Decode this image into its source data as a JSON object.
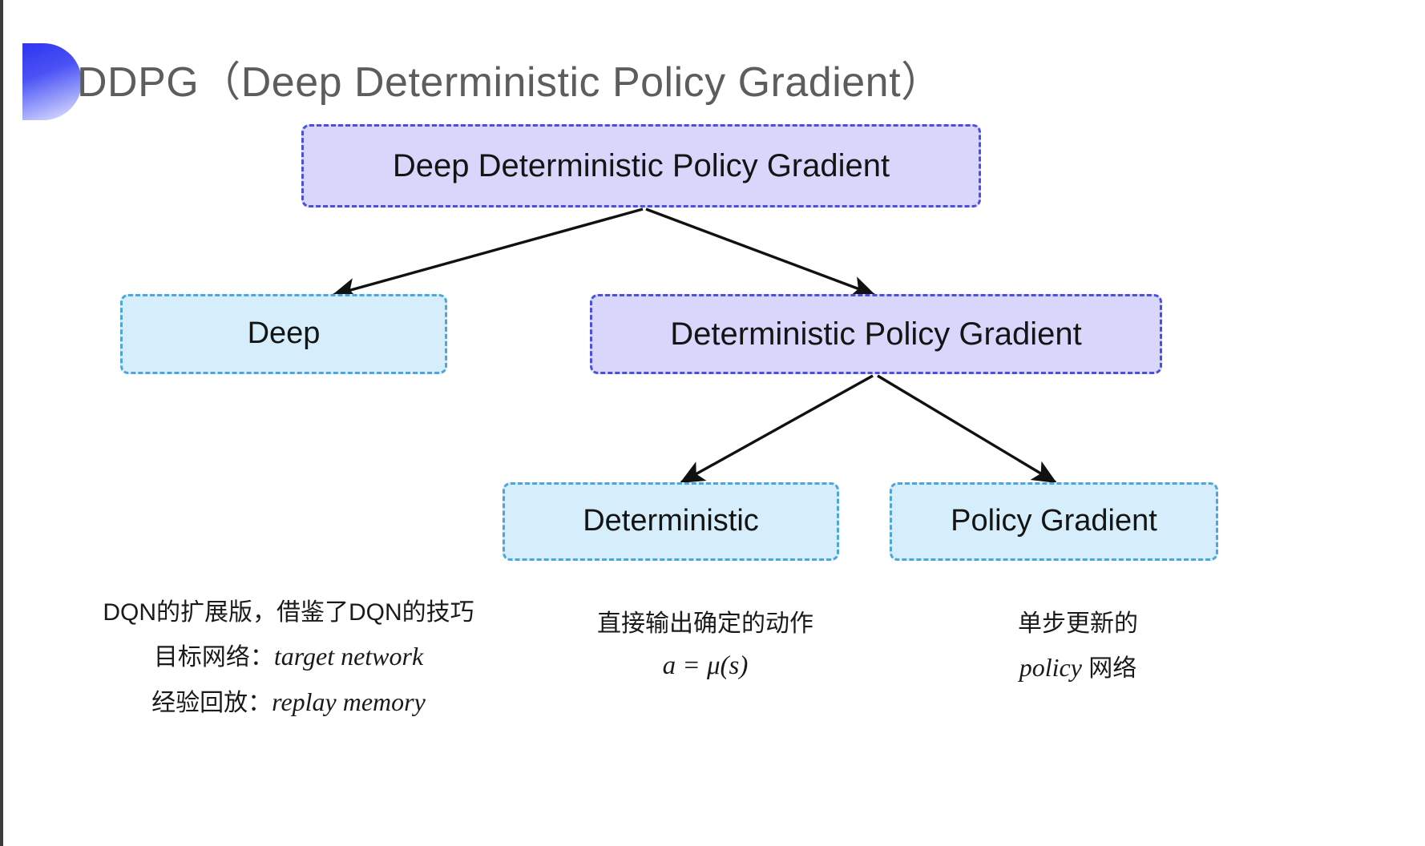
{
  "slide": {
    "title": "DDPG（Deep Deterministic Policy Gradient）",
    "bullet_icon": "half-circle-bullet-icon",
    "accent_purple": "#4b4fe0",
    "accent_cyan": "#4da6d9",
    "fill_purple": "#d9d6fb",
    "fill_cyan": "#d6eefb",
    "title_color": "#5d5d5d"
  },
  "diagram": {
    "type": "tree",
    "nodes": [
      {
        "id": "root",
        "label": "Deep Deterministic Policy Gradient",
        "style": "purple"
      },
      {
        "id": "deep",
        "label": "Deep",
        "style": "cyan"
      },
      {
        "id": "dpg",
        "label": "Deterministic Policy Gradient",
        "style": "purple"
      },
      {
        "id": "det",
        "label": "Deterministic",
        "style": "cyan"
      },
      {
        "id": "pg",
        "label": "Policy Gradient",
        "style": "cyan"
      }
    ],
    "edges": [
      {
        "from": "root",
        "to": "deep"
      },
      {
        "from": "root",
        "to": "dpg"
      },
      {
        "from": "dpg",
        "to": "det"
      },
      {
        "from": "dpg",
        "to": "pg"
      }
    ]
  },
  "captions": {
    "left": {
      "line1": "DQN的扩展版，借鉴了DQN的技巧",
      "line2_label": "目标网络：",
      "line2_value": "target network",
      "line3_label": "经验回放：",
      "line3_value": "replay memory"
    },
    "middle": {
      "line1": "直接输出确定的动作",
      "line2": "a = μ(s)"
    },
    "right": {
      "line1": "单步更新的",
      "line2_value": "policy",
      "line2_suffix": " 网络"
    }
  }
}
